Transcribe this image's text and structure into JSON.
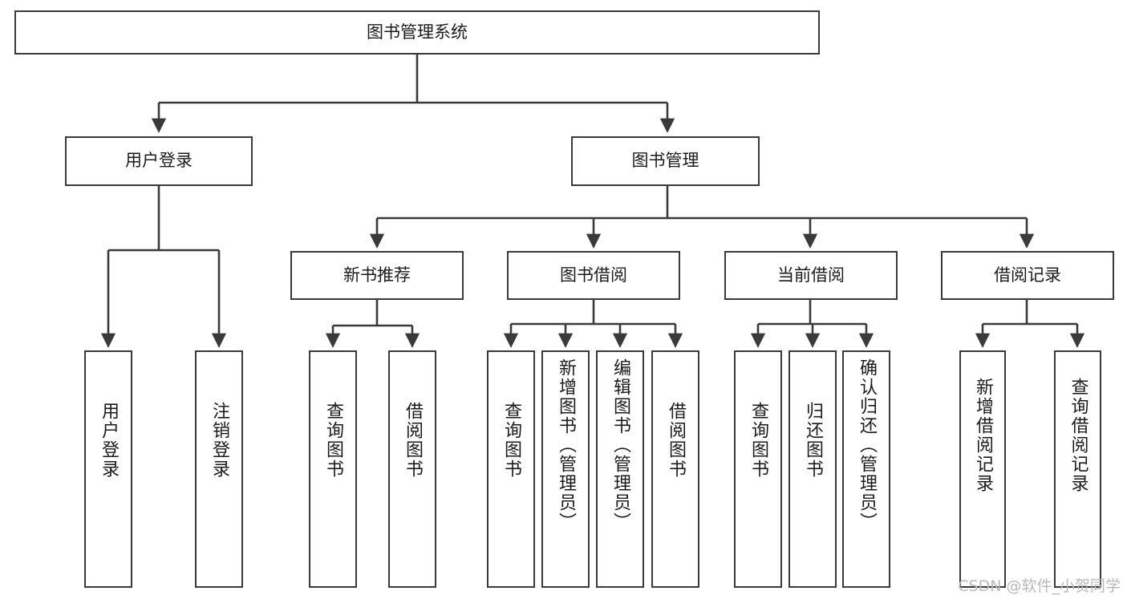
{
  "diagram": {
    "title": "图书管理系统",
    "type": "hierarchy-tree",
    "stroke_color": "#3a3a3a",
    "background_color": "#ffffff",
    "text_color": "#1b1b1b",
    "root": {
      "label": "图书管理系统"
    },
    "level1": [
      {
        "label": "用户登录"
      },
      {
        "label": "图书管理"
      }
    ],
    "level2": [
      {
        "label": "新书推荐"
      },
      {
        "label": "图书借阅"
      },
      {
        "label": "当前借阅"
      },
      {
        "label": "借阅记录"
      }
    ],
    "leaves": {
      "user_login": [
        {
          "label": "用户登录"
        },
        {
          "label": "注销登录"
        }
      ],
      "new_book_recommend": [
        {
          "label": "查询图书"
        },
        {
          "label": "借阅图书"
        }
      ],
      "book_borrow": [
        {
          "label": "查询图书"
        },
        {
          "label": "新增图书（管理员）"
        },
        {
          "label": "编辑图书（管理员）"
        },
        {
          "label": "借阅图书"
        }
      ],
      "current_borrow": [
        {
          "label": "查询图书"
        },
        {
          "label": "归还图书"
        },
        {
          "label": "确认归还（管理员）"
        }
      ],
      "borrow_record": [
        {
          "label": "新增借阅记录"
        },
        {
          "label": "查询借阅记录"
        }
      ]
    }
  },
  "watermark": {
    "text": "CSDN @软件_小贺同学"
  }
}
